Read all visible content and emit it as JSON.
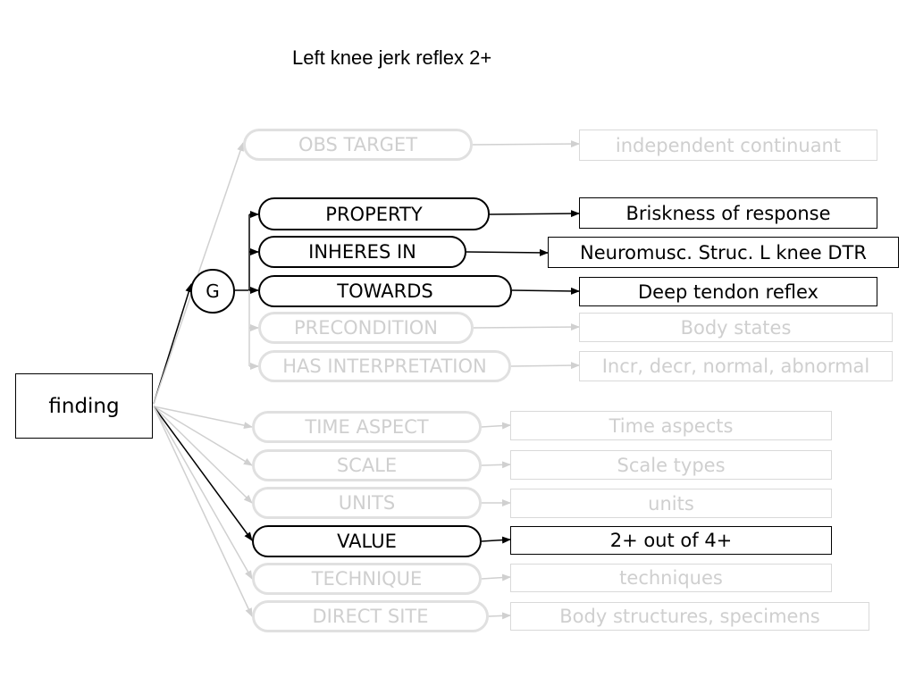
{
  "title": "Left knee jerk reflex 2+",
  "root": {
    "label": "finding"
  },
  "group_node": {
    "label": "G"
  },
  "colors": {
    "active": "#000000",
    "faded": "#d0d0d0"
  },
  "relations": {
    "obs_target": {
      "label": "OBS TARGET",
      "target": "independent continuant",
      "active": false
    },
    "property": {
      "label": "PROPERTY",
      "target": "Briskness of response",
      "active": true
    },
    "inheres_in": {
      "label": "INHERES IN",
      "target": "Neuromusc. Struc. L knee DTR",
      "active": true
    },
    "towards": {
      "label": "TOWARDS",
      "target": "Deep tendon reflex",
      "active": true
    },
    "precondition": {
      "label": "PRECONDITION",
      "target": "Body states",
      "active": false
    },
    "has_interpretation": {
      "label": "HAS INTERPRETATION",
      "target": "Incr, decr, normal, abnormal",
      "active": false
    },
    "time_aspect": {
      "label": "TIME ASPECT",
      "target": "Time aspects",
      "active": false
    },
    "scale": {
      "label": "SCALE",
      "target": "Scale types",
      "active": false
    },
    "units": {
      "label": "UNITS",
      "target": "units",
      "active": false
    },
    "value": {
      "label": "VALUE",
      "target": "2+ out of 4+",
      "active": true
    },
    "technique": {
      "label": "TECHNIQUE",
      "target": "techniques",
      "active": false
    },
    "direct_site": {
      "label": "DIRECT SITE",
      "target": "Body structures, specimens",
      "active": false
    }
  }
}
